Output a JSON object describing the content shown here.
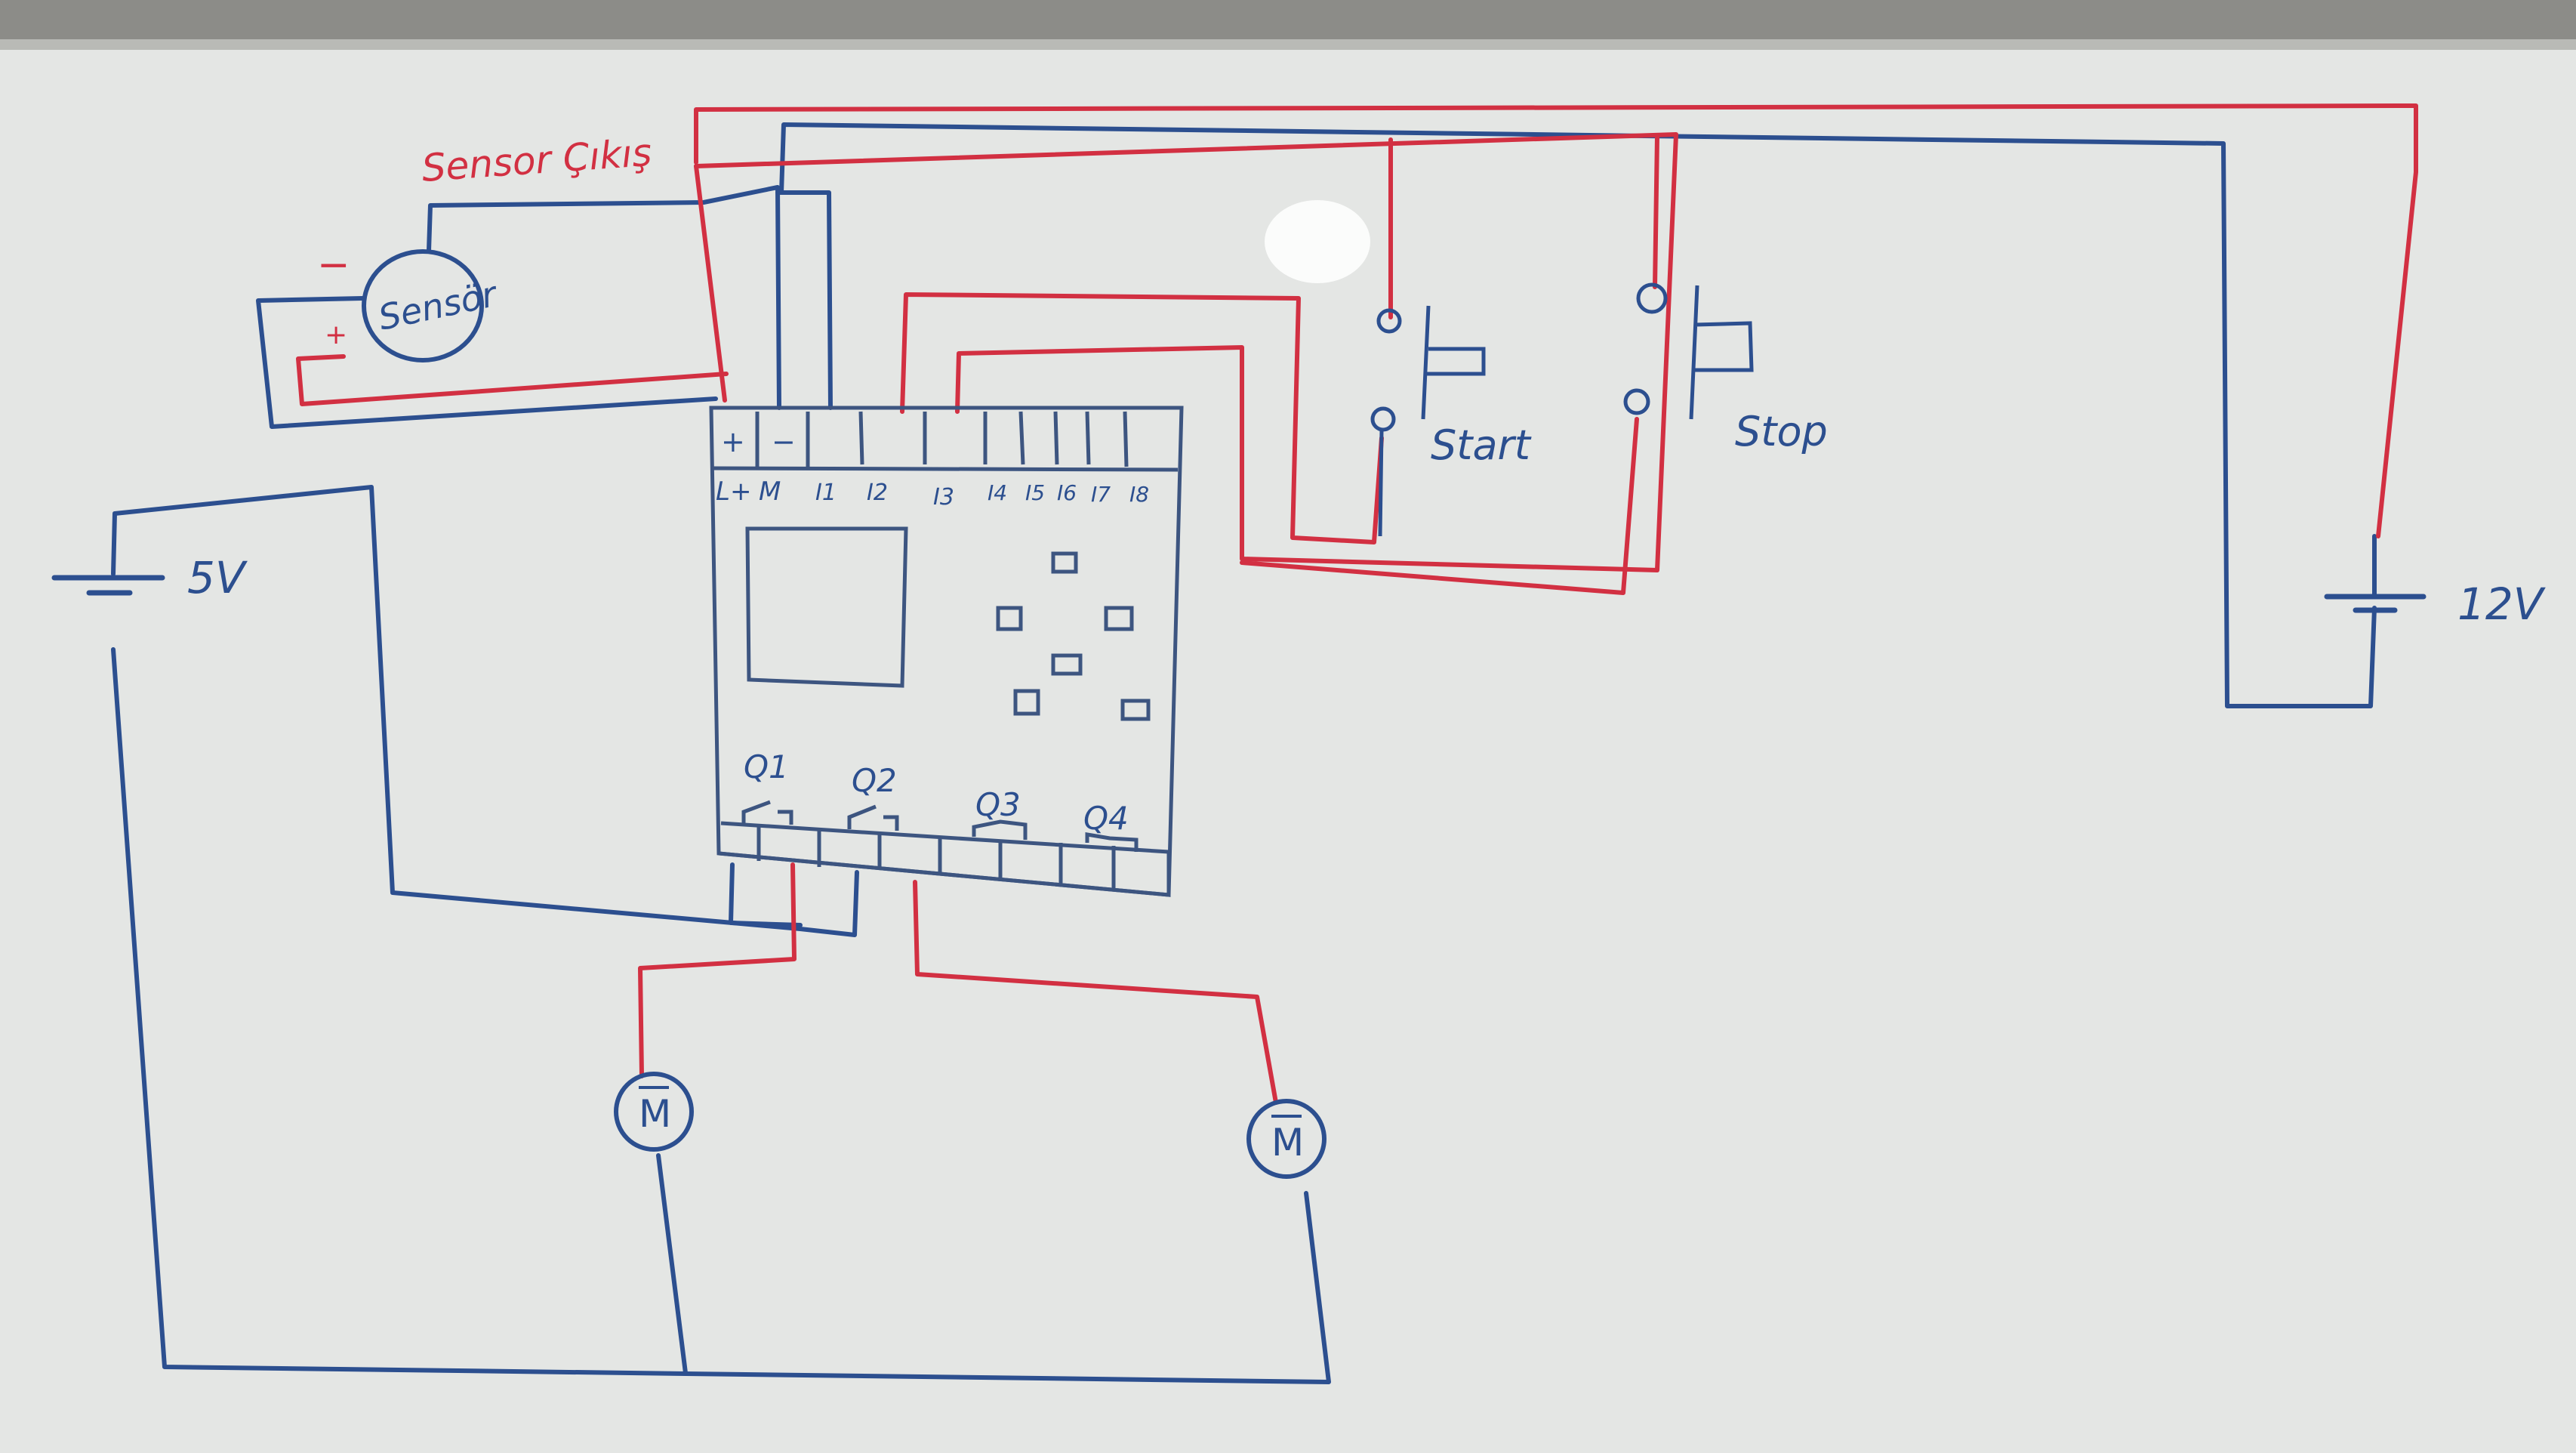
{
  "board": {
    "label_sensor_output": "Sensor Çıkış",
    "label_sensor": "Sensör",
    "label_sensor_minus": "−",
    "label_sensor_plus": "+",
    "label_5v": "5V",
    "label_12v": "12V",
    "label_start": "Start",
    "label_stop": "Stop",
    "label_motor": "M",
    "plc": {
      "power_terminals": [
        "+",
        "−"
      ],
      "power_labels": [
        "L+",
        "M"
      ],
      "inputs": [
        "I1",
        "I2",
        "I3",
        "I4",
        "I5",
        "I6",
        "I7",
        "I8"
      ],
      "outputs": [
        "Q1",
        "Q2",
        "Q3",
        "Q4"
      ]
    }
  },
  "colors": {
    "whiteboard": "#e4e6e4",
    "blue_marker": "#2c4f8f",
    "red_marker": "#d23042",
    "outline": "#3d5580"
  }
}
